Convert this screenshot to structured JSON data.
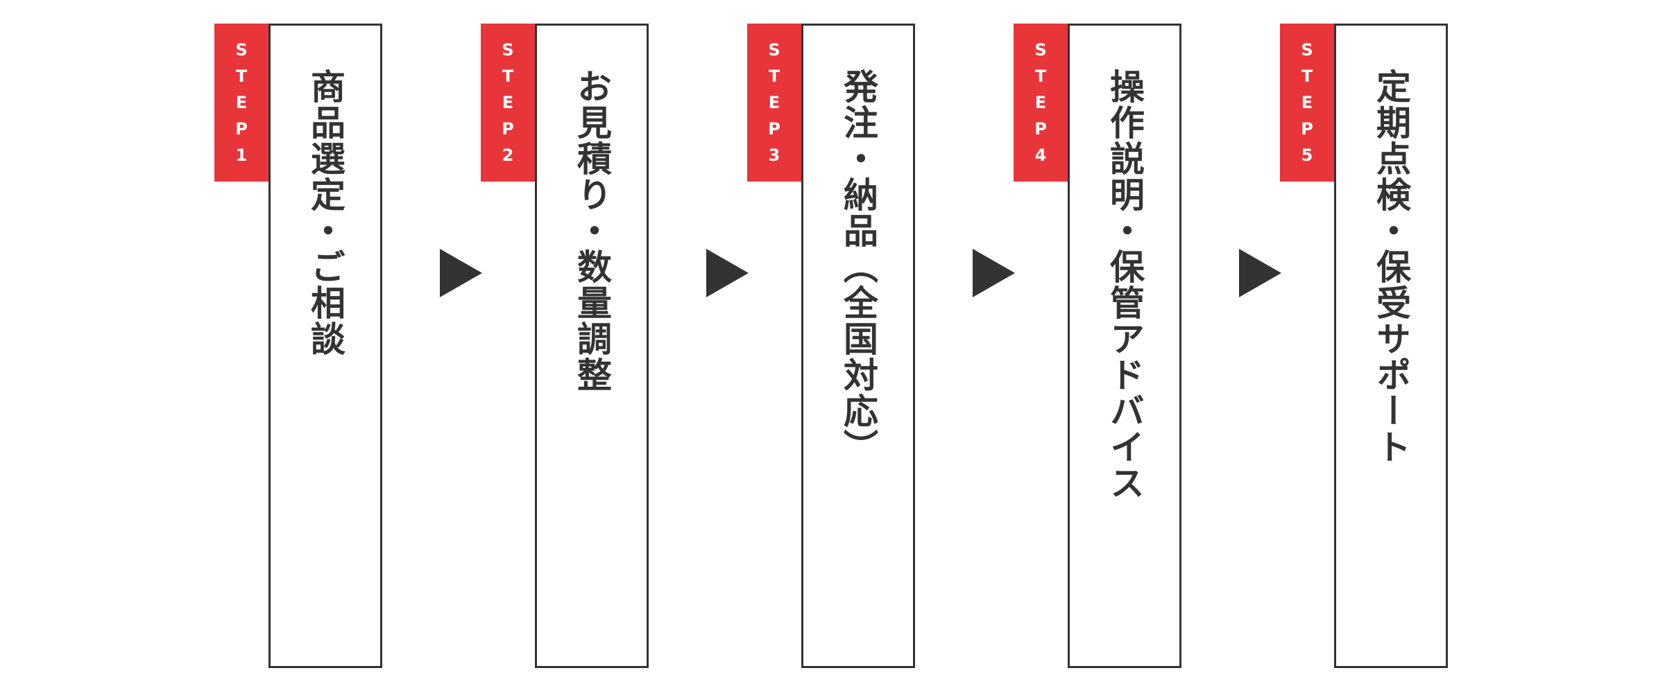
{
  "colors": {
    "accent": "#e8353a",
    "ink": "#333333"
  },
  "steps": [
    {
      "tag": [
        "S",
        "T",
        "E",
        "P",
        "1"
      ],
      "label": "商品選定・ご相談"
    },
    {
      "tag": [
        "S",
        "T",
        "E",
        "P",
        "2"
      ],
      "label": "お見積り・数量調整"
    },
    {
      "tag": [
        "S",
        "T",
        "E",
        "P",
        "3"
      ],
      "label": "発注・納品（全国対応）"
    },
    {
      "tag": [
        "S",
        "T",
        "E",
        "P",
        "4"
      ],
      "label": "操作説明・保管アドバイス"
    },
    {
      "tag": [
        "S",
        "T",
        "E",
        "P",
        "5"
      ],
      "label": "定期点検・保受サポート"
    }
  ],
  "arrows": [
    "triangle-right-icon",
    "triangle-right-icon",
    "triangle-right-icon",
    "triangle-right-icon"
  ]
}
